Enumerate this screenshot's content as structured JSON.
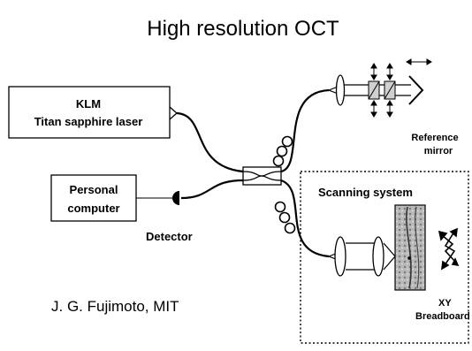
{
  "title": "High resolution OCT",
  "laser": {
    "line1": "KLM",
    "line2": "Titan sapphire laser"
  },
  "computer": {
    "line1": "Personal",
    "line2": "computer"
  },
  "detector_label": "Detector",
  "reference": {
    "line1": "Reference",
    "line2": "mirror"
  },
  "scanning_label": "Scanning system",
  "breadboard": {
    "line1": "XY",
    "line2": "Breadboard"
  },
  "credit": "J. G. Fujimoto, MIT"
}
